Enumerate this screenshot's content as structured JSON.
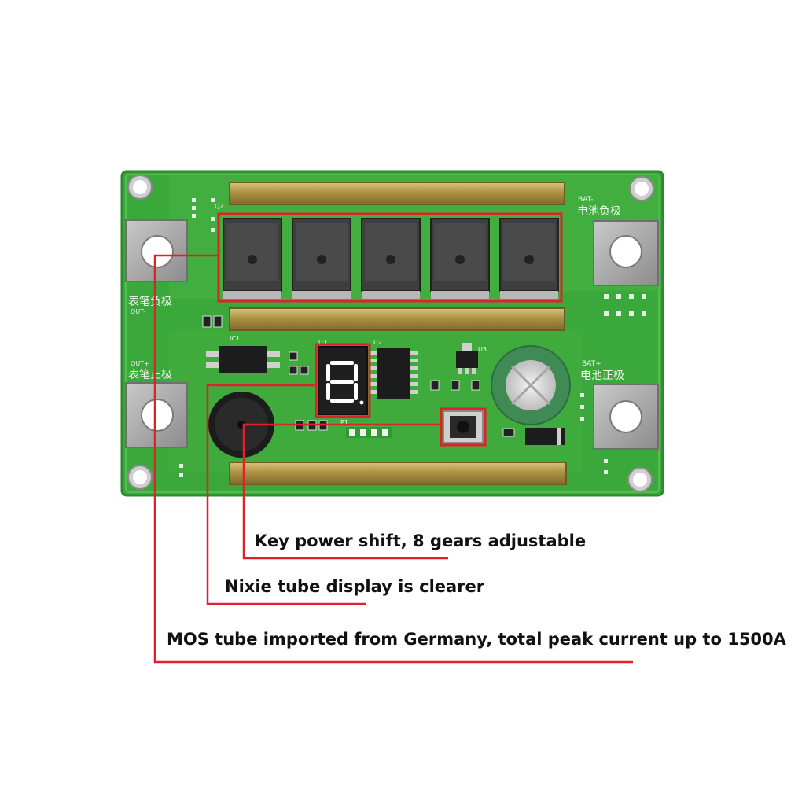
{
  "board": {
    "label_bat_neg": "BAT-",
    "label_bat_neg_cn": "电池负极",
    "label_bat_pos": "BAT+",
    "label_bat_pos_cn": "电池正极",
    "label_out_neg": "OUT-",
    "label_out_neg_cn": "表笔负极",
    "label_out_pos": "OUT+",
    "label_out_pos_cn": "表笔正极",
    "label_ic1": "IC1",
    "label_u1": "U1",
    "label_u2": "U2",
    "label_u3": "U3",
    "label_q2": "Q2",
    "label_p1": "P1",
    "display_digit": "8",
    "mosfet_count": 5
  },
  "callouts": {
    "key": "Key power shift, 8 gears adjustable",
    "nixie": "Nixie tube display is clearer",
    "mos": "MOS tube imported from Germany, total peak current up to 1500A"
  },
  "colors": {
    "pcb": "#3aa83a",
    "pcb_dark": "#2a8a2e",
    "callout_line": "#e0202a",
    "busbar": "#b49a4e",
    "capacitor": "#3f8a55",
    "led_segment": "#ffffff"
  }
}
